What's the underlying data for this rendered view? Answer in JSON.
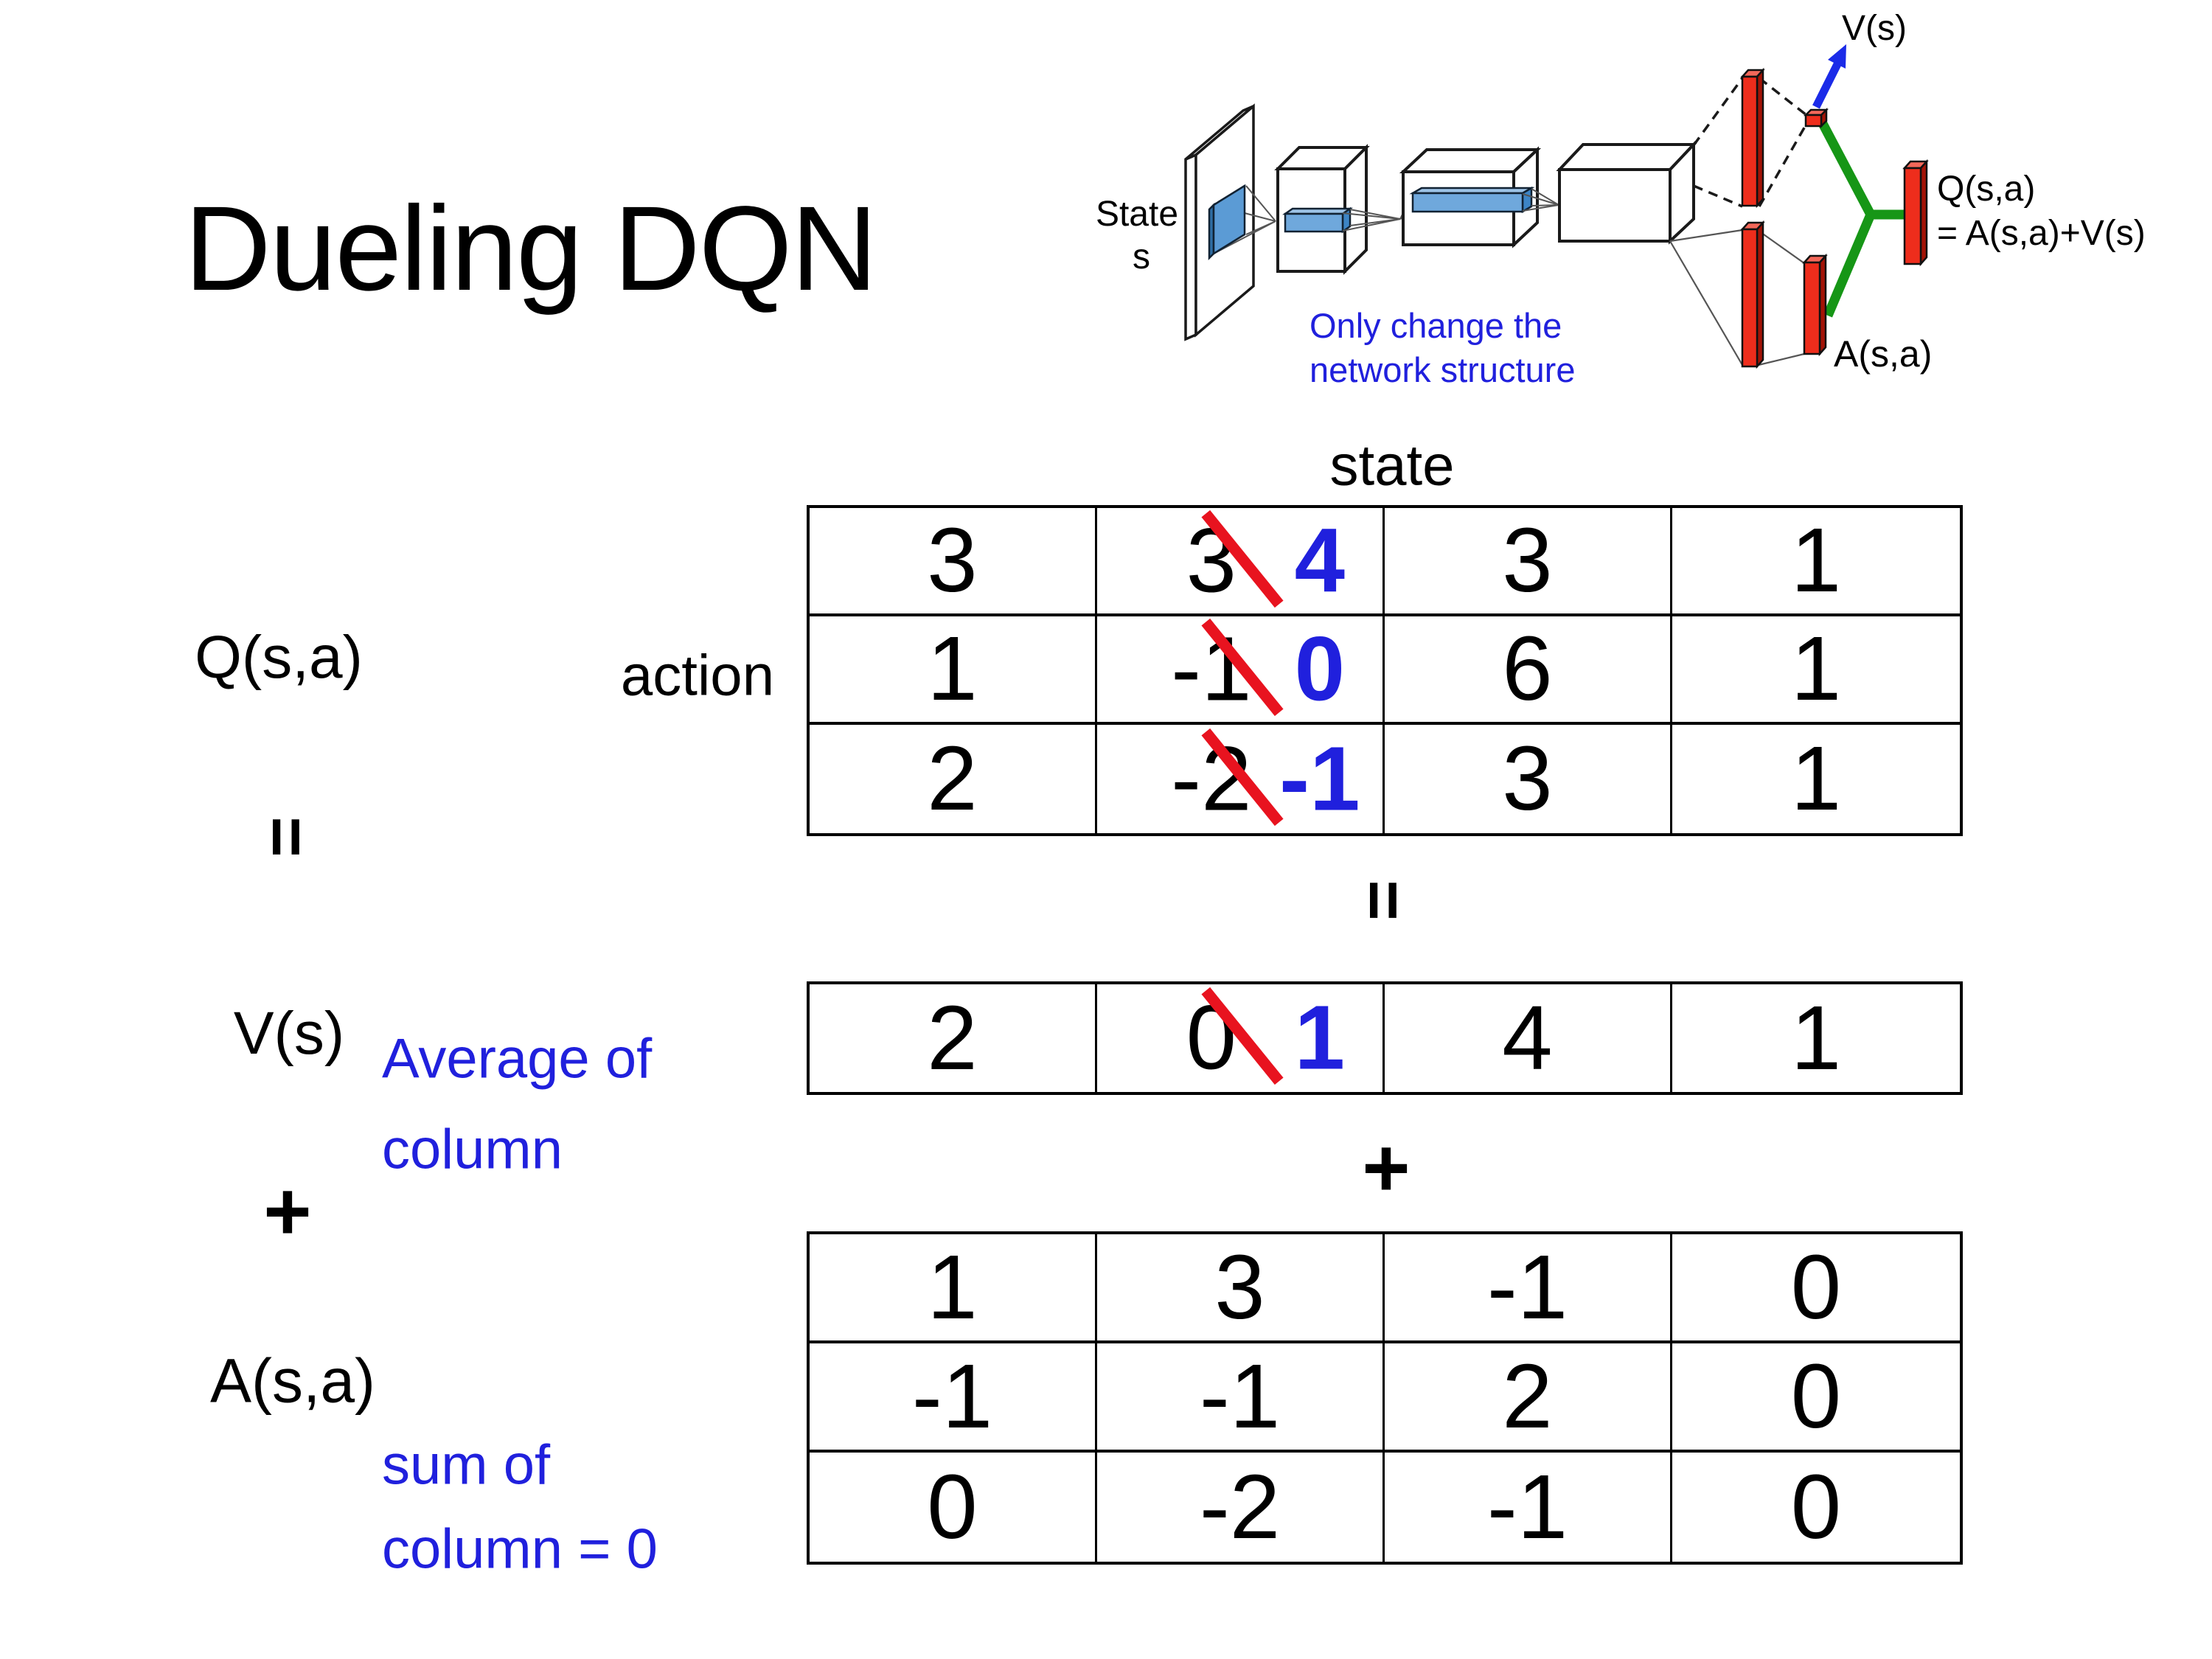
{
  "title": "Dueling DQN",
  "colors": {
    "annotation_blue": "#2020dd",
    "strike_red": "#e8131f",
    "bar_red": "#ee2d1c",
    "bar_red_dark": "#a31306",
    "bar_red_light": "#f4685a",
    "conv_blue": "#6fa8dc",
    "conv_blue_dark": "#3d85c6",
    "conv_blue_light": "#9dc3e6",
    "green": "#169616",
    "arrow_blue": "#1b2be8"
  },
  "q_block": {
    "label": "Q(s,a)",
    "axis_state": "state",
    "axis_action": "action"
  },
  "operators": {
    "equals_left": "=",
    "equals_mid": "=",
    "plus_left": "+",
    "plus_mid": "+"
  },
  "v_block": {
    "label": "V(s)",
    "note_line1": "Average of",
    "note_line2": "column"
  },
  "a_block": {
    "label": "A(s,a)",
    "note_line1": "sum of",
    "note_line2": "column = 0"
  },
  "tables": {
    "q": [
      [
        "3",
        {
          "old": "3",
          "new": "4"
        },
        "3",
        "1"
      ],
      [
        "1",
        {
          "old": "-1",
          "new": "0"
        },
        "6",
        "1"
      ],
      [
        "2",
        {
          "old": "-2",
          "new": "-1"
        },
        "3",
        "1"
      ]
    ],
    "v": [
      [
        "2",
        {
          "old": "0",
          "new": "1"
        },
        "4",
        "1"
      ]
    ],
    "a": [
      [
        "1",
        "3",
        "-1",
        "0"
      ],
      [
        "-1",
        "-1",
        "2",
        "0"
      ],
      [
        "0",
        "-2",
        "-1",
        "0"
      ]
    ]
  },
  "diagram": {
    "input_label_line1": "State",
    "input_label_line2": "s",
    "v_out": "V(s)",
    "q_out": "Q(s,a)",
    "q_formula": "= A(s,a)+V(s)",
    "a_out": "A(s,a)",
    "note_line1": "Only change the",
    "note_line2": "network structure"
  }
}
